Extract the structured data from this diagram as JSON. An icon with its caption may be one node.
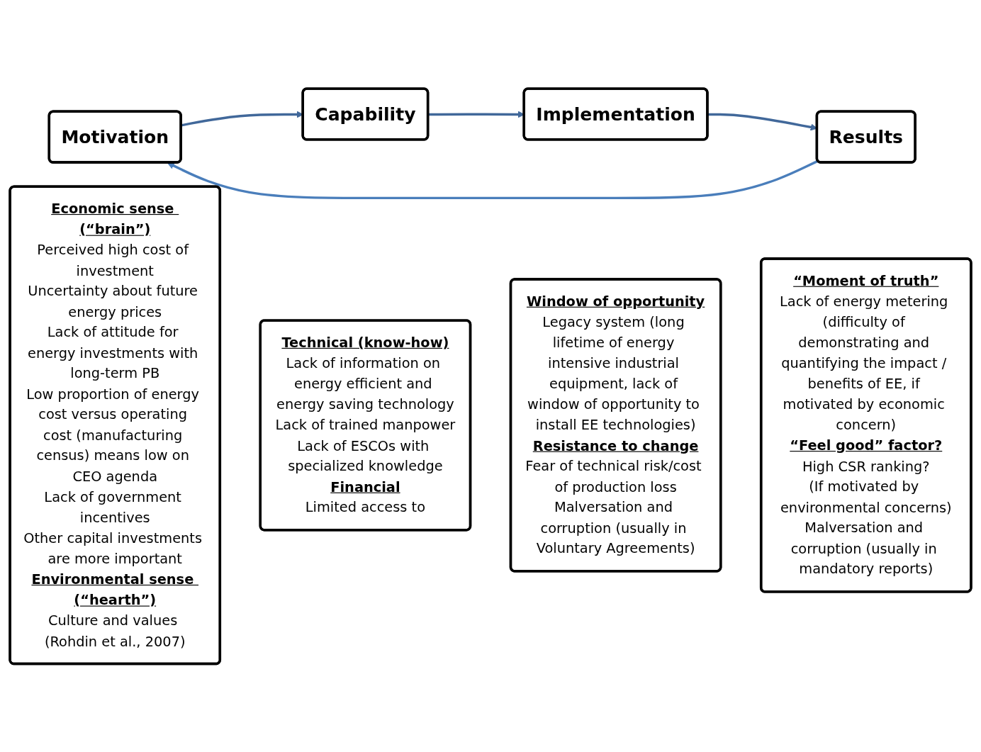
{
  "diagram": {
    "nodes": [
      {
        "text": [
          "Motivation"
        ]
      },
      {
        "text": [
          "Capability"
        ]
      },
      {
        "text": [
          "Implementation"
        ]
      },
      {
        "text": [
          "Results"
        ]
      },
      {
        "text": [
          "Economic sense (“brain”)",
          "Perceived high cost of investment",
          "Uncertainty about future energy prices",
          "Lack of attitude for energy investments with long-term PB",
          "Low proportion of energy cost versus operating cost (manufacturing census) means low on CEO agenda",
          "Lack of government incentives",
          "Other capital investments are more important",
          "Environmental sense (“hearth”)",
          "Culture and values (Rohdin et al., 2007)"
        ]
      },
      {
        "text": [
          "Technical (know-how)",
          "Lack of information on energy efficient and energy saving technology",
          "Lack of trained manpower",
          "Lack of ESCOs with specialized knowledge",
          "Financial",
          "Limited access to"
        ]
      },
      {
        "text": [
          "Window of opportunity",
          "Legacy system (long lifetime of energy intensive industrial equipment, lack of window of opportunity to install EE technologies)",
          "Resistance to change",
          "Fear of technical risk/cost of production loss",
          "Malversation and corruption (usually in Voluntary Agreements)"
        ]
      },
      {
        "text": [
          "“Moment of truth”",
          "Lack of energy metering (difficulty of demonstrating and quantifying the impact / benefits of EE, if motivated by economic concern)",
          "“Feel good” factor?",
          "High CSR ranking?",
          "(If motivated by environmental concerns)",
          "Malversation and corruption (usually in mandatory reports)"
        ]
      }
    ],
    "edges": [
      {
        "from": 0,
        "to": 1,
        "arrow": "to"
      },
      {
        "from": 1,
        "to": 2,
        "arrow": "to"
      },
      {
        "from": 2,
        "to": 3,
        "arrow": "to"
      },
      {
        "from": 3,
        "to": 0,
        "arrow": "to",
        "color": "#4a7ebb"
      }
    ]
  }
}
